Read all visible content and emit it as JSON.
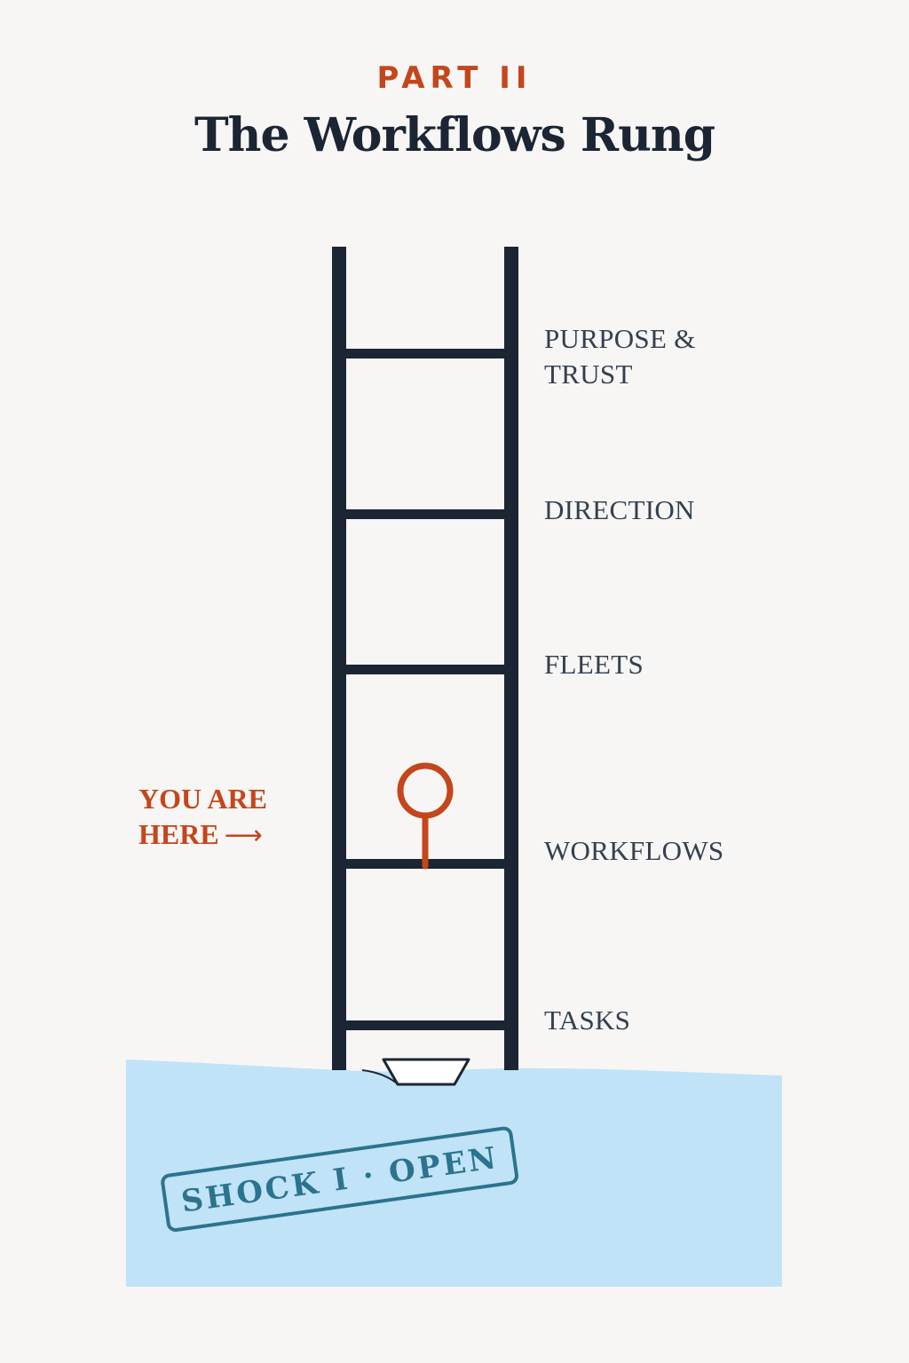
{
  "header": {
    "eyebrow": "PART II",
    "title": "The Workflows Rung"
  },
  "ladder": {
    "rungs_top_to_bottom": [
      {
        "label_line1": "PURPOSE &",
        "label_line2": "TRUST"
      },
      {
        "label_line1": "DIRECTION"
      },
      {
        "label_line1": "FLEETS"
      },
      {
        "label_line1": "WORKFLOWS"
      },
      {
        "label_line1": "TASKS"
      }
    ],
    "current_rung": "WORKFLOWS",
    "marker_icon": "location-pin-icon"
  },
  "marker": {
    "line1": "YOU ARE",
    "line2": "HERE",
    "arrow": "⟶"
  },
  "stamp": {
    "text": "SHOCK I · OPEN"
  },
  "colors": {
    "background": "#f7f6f4",
    "ink": "#1b2533",
    "accent": "#c4461c",
    "water": "#c0e3f8",
    "stamp": "#206a85"
  }
}
